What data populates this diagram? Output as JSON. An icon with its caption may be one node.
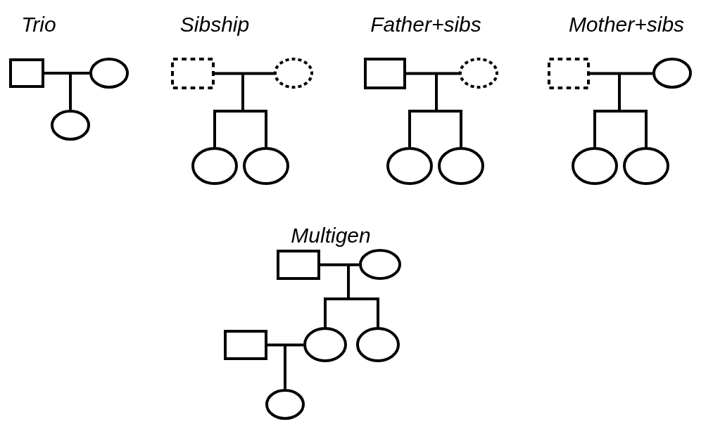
{
  "diagram": {
    "nodes": [
      {
        "text": [],
        "shape": "box"
      },
      {
        "text": [],
        "shape": "circle"
      },
      {
        "text": [],
        "shape": "circle"
      },
      {
        "text": [],
        "shape": "box"
      },
      {
        "text": [],
        "shape": "circle"
      },
      {
        "text": [],
        "shape": "circle"
      },
      {
        "text": [],
        "shape": "circle"
      },
      {
        "text": [],
        "shape": "box"
      },
      {
        "text": [],
        "shape": "circle"
      },
      {
        "text": [],
        "shape": "circle"
      },
      {
        "text": [],
        "shape": "circle"
      },
      {
        "text": [],
        "shape": "box"
      },
      {
        "text": [],
        "shape": "circle"
      },
      {
        "text": [],
        "shape": "circle"
      },
      {
        "text": [],
        "shape": "circle"
      },
      {
        "text": [],
        "shape": "box"
      },
      {
        "text": [],
        "shape": "circle"
      },
      {
        "text": [],
        "shape": "circle"
      },
      {
        "text": [],
        "shape": "circle"
      },
      {
        "text": [],
        "shape": "box"
      },
      {
        "text": [],
        "shape": "circle"
      }
    ],
    "edges": [
      {
        "from": 0,
        "to": 1,
        "arrow": "none"
      },
      {
        "from": 0,
        "to": 2,
        "arrow": "none"
      },
      {
        "from": 1,
        "to": 2,
        "arrow": "none"
      },
      {
        "from": 3,
        "to": 4,
        "arrow": "none"
      },
      {
        "from": 3,
        "to": 5,
        "arrow": "none"
      },
      {
        "from": 4,
        "to": 5,
        "arrow": "none"
      },
      {
        "from": 3,
        "to": 6,
        "arrow": "none"
      },
      {
        "from": 4,
        "to": 6,
        "arrow": "none"
      },
      {
        "from": 7,
        "to": 8,
        "arrow": "none"
      },
      {
        "from": 7,
        "to": 9,
        "arrow": "none"
      },
      {
        "from": 8,
        "to": 9,
        "arrow": "none"
      },
      {
        "from": 7,
        "to": 10,
        "arrow": "none"
      },
      {
        "from": 8,
        "to": 10,
        "arrow": "none"
      },
      {
        "from": 11,
        "to": 12,
        "arrow": "none"
      },
      {
        "from": 11,
        "to": 13,
        "arrow": "none"
      },
      {
        "from": 12,
        "to": 13,
        "arrow": "none"
      },
      {
        "from": 11,
        "to": 14,
        "arrow": "none"
      },
      {
        "from": 12,
        "to": 14,
        "arrow": "none"
      },
      {
        "from": 15,
        "to": 16,
        "arrow": "none"
      },
      {
        "from": 15,
        "to": 17,
        "arrow": "none"
      },
      {
        "from": 16,
        "to": 17,
        "arrow": "none"
      },
      {
        "from": 15,
        "to": 18,
        "arrow": "none"
      },
      {
        "from": 16,
        "to": 18,
        "arrow": "none"
      },
      {
        "from": 19,
        "to": 17,
        "arrow": "none"
      },
      {
        "from": 19,
        "to": 20,
        "arrow": "none"
      },
      {
        "from": 17,
        "to": 20,
        "arrow": "none"
      }
    ],
    "labels": [
      "Trio",
      "Sibship",
      "Father+sibs",
      "Mother+sibs",
      "Multigen"
    ]
  }
}
